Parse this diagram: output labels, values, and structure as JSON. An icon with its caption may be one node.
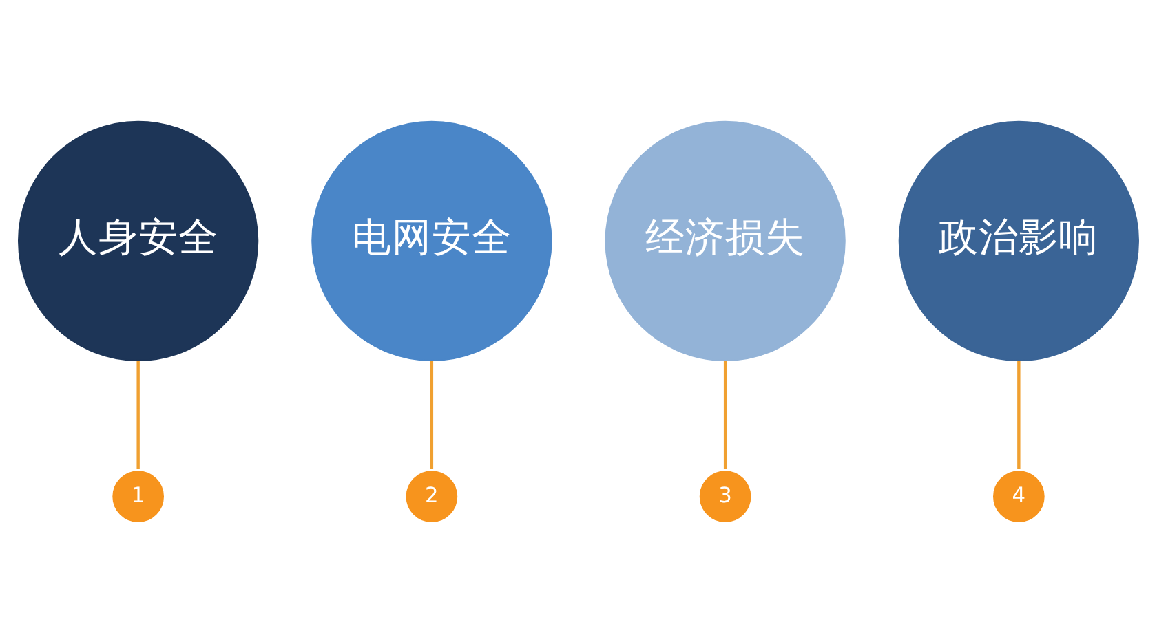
{
  "diagram": {
    "nodes": [
      {
        "text": [
          "人身安全"
        ]
      },
      {
        "text": [
          "电网安全"
        ]
      },
      {
        "text": [
          "经济损失"
        ]
      },
      {
        "text": [
          "政治影响"
        ]
      },
      {
        "text": [
          "1"
        ]
      },
      {
        "text": [
          "2"
        ]
      },
      {
        "text": [
          "3"
        ]
      },
      {
        "text": [
          "4"
        ]
      }
    ],
    "edges": [
      {
        "from": 0,
        "to": 4,
        "arrow": "none"
      },
      {
        "from": 1,
        "to": 5,
        "arrow": "none"
      },
      {
        "from": 2,
        "to": 6,
        "arrow": "none"
      },
      {
        "from": 3,
        "to": 7,
        "arrow": "none"
      }
    ]
  }
}
